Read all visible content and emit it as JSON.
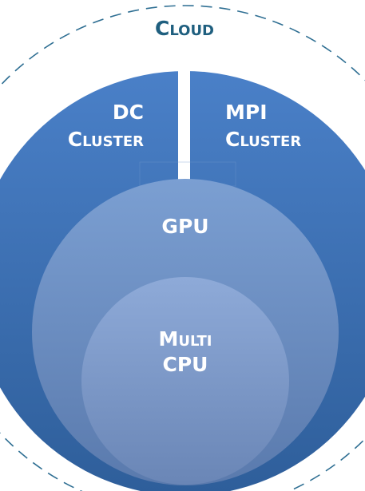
{
  "cloud": {
    "label": "Cloud"
  },
  "dc_cluster": {
    "line1": "DC",
    "line2": "Cluster"
  },
  "mpi_cluster": {
    "line1": "MPI",
    "line2": "Cluster"
  },
  "gpu": {
    "label": "GPU"
  },
  "multi_cpu": {
    "line1": "Multi",
    "line2": "CPU"
  },
  "colors": {
    "cloud_dash": "#2f6f93",
    "cloud_text": "#1f5f7f",
    "cluster_top": "#4a80c8",
    "cluster_bottom": "#2e5e9a",
    "gpu_top": "#7b9fd2",
    "gpu_bottom": "#5a7aad",
    "cpu_top": "#8eaad8",
    "cpu_bottom": "#6a86b6",
    "gap": "#ffffff"
  }
}
